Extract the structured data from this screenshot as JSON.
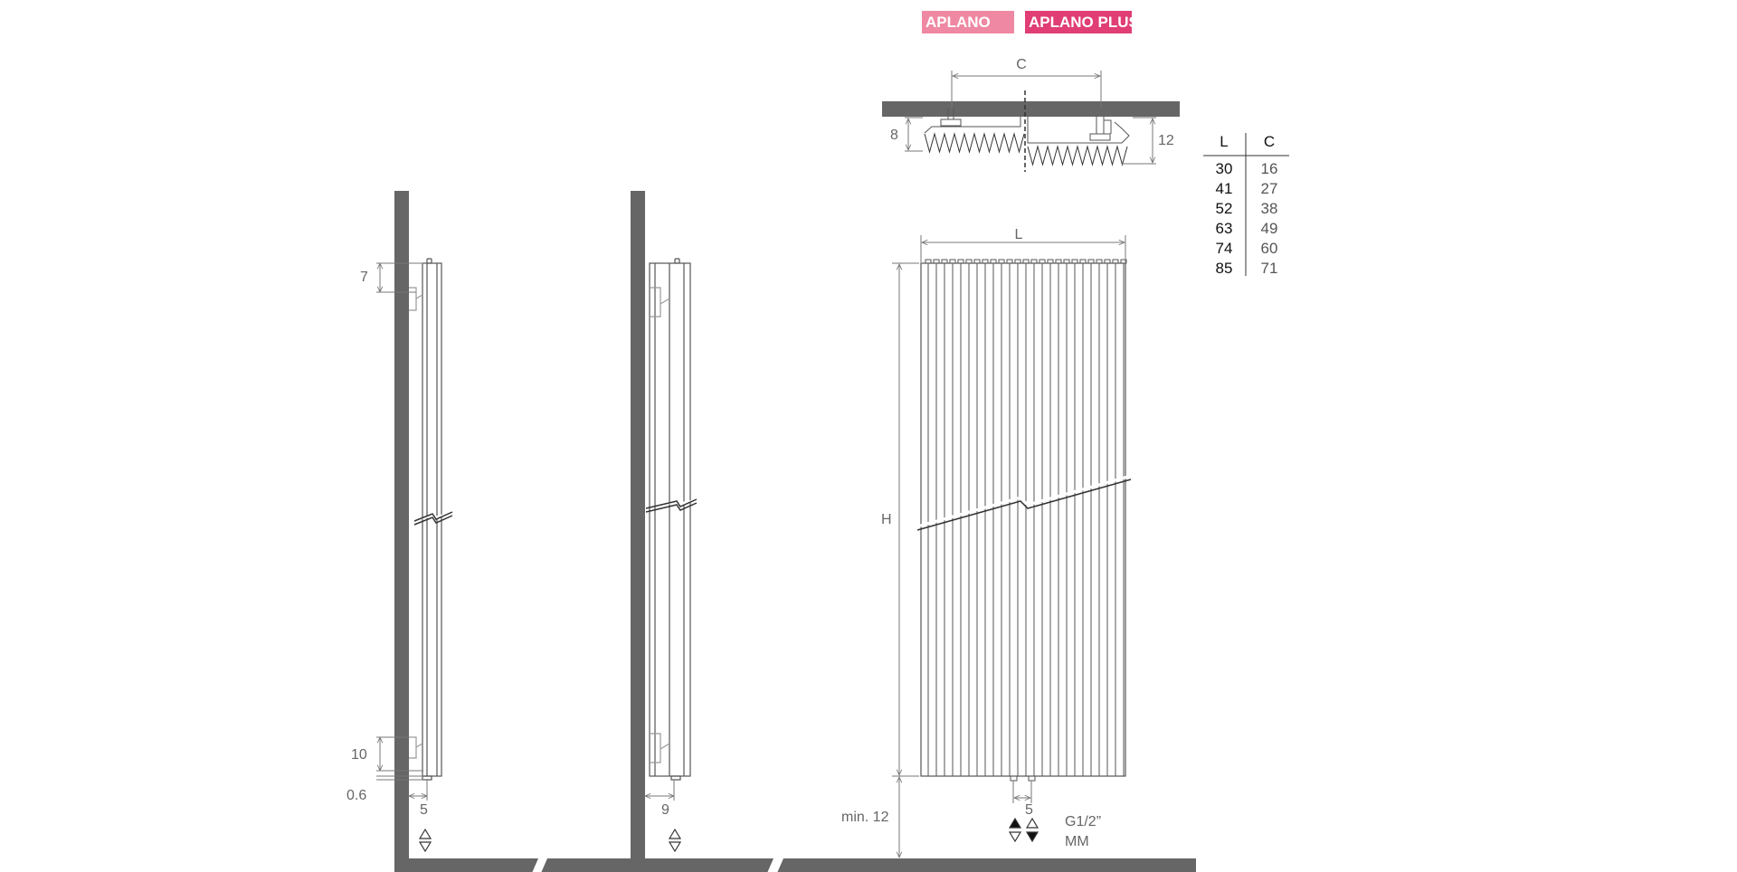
{
  "tabs": {
    "aplano": "APLANO",
    "aplano_plus": "APLANO PLUS"
  },
  "top_view": {
    "c_label": "C",
    "left_depth": "8",
    "right_depth": "12"
  },
  "table": {
    "headers": [
      "L",
      "C"
    ],
    "rows": [
      [
        "30",
        "16"
      ],
      [
        "41",
        "27"
      ],
      [
        "52",
        "38"
      ],
      [
        "63",
        "49"
      ],
      [
        "74",
        "60"
      ],
      [
        "85",
        "71"
      ]
    ]
  },
  "side_view_1": {
    "top_offset": "7",
    "bottom_offset": "10",
    "base_gap": "0.6",
    "wall_gap": "5"
  },
  "side_view_2": {
    "wall_gap": "9"
  },
  "front_view": {
    "width_label": "L",
    "height_label": "H",
    "floor_clearance": "min. 12",
    "connection_spacing": "5",
    "thread": "G1/2”",
    "thread_type": "MM"
  },
  "colors": {
    "wall": "#666666",
    "tab_aplano": "#ef88a2",
    "tab_plus": "#e03e74",
    "line": "#555555"
  }
}
